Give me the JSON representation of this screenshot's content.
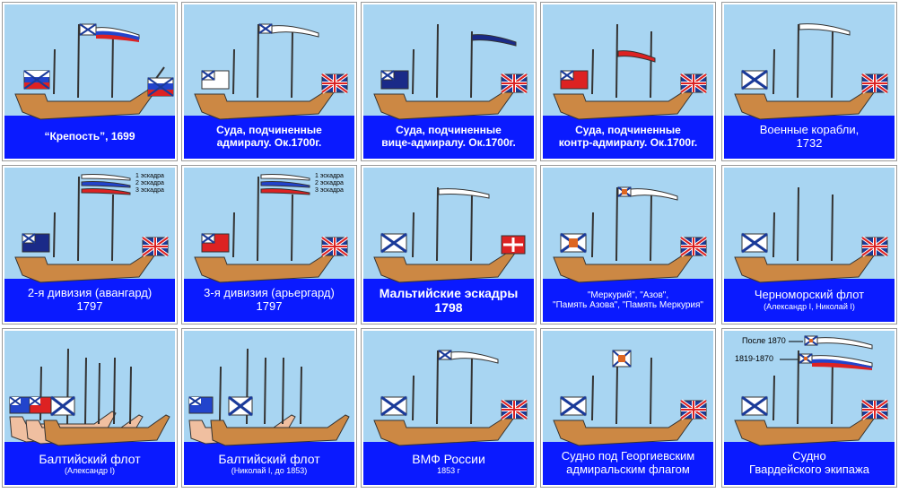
{
  "tiles": [
    {
      "l1": "“Крепость”, 1699",
      "l2": ""
    },
    {
      "l1": "Суда, подчиненные",
      "l2": "адмиралу. Ок.1700г."
    },
    {
      "l1": "Суда, подчиненные",
      "l2": "вице-адмиралу.  Ок.1700г."
    },
    {
      "l1": "Суда, подчиненные",
      "l2": "контр-адмиралу.  Ок.1700г."
    },
    {
      "l1": "Военные  корабли,",
      "l2": "1732"
    },
    {
      "l1": "2-я дивизия (авангард)",
      "l2": "1797"
    },
    {
      "l1": "3-я дивизия (арьергард)",
      "l2": "1797"
    },
    {
      "l1": "Мальтийские эскадры",
      "l2": "1798"
    },
    {
      "l1": "\"Меркурий\", \"Азов\",",
      "l2": "\"Память Азова\", \"Память Меркурия\""
    },
    {
      "l1": "Черноморский флот",
      "l2": "(Александр I, Николай I)"
    },
    {
      "l1": "Балтийский флот",
      "l2": "(Александр I)"
    },
    {
      "l1": "Балтийский флот",
      "l2": "(Николай I, до 1853)"
    },
    {
      "l1": "ВМФ России",
      "l2": "1853 г"
    },
    {
      "l1": "Судно под Георгиевским",
      "l2": "адмиральским флагом"
    },
    {
      "l1": "Судно",
      "l2": "Гвардейского экипажа"
    }
  ],
  "squadrons": {
    "s1": "1 эскадра",
    "s2": "2 эскадра",
    "s3": "3 эскадра"
  },
  "guard_labels": {
    "after": "После 1870",
    "between": "1819-1870"
  },
  "colors": {
    "sky": "#a8d5f2",
    "sea": "#0a1aff",
    "hull": "#cc8844",
    "old_hull": "#f0bfa0"
  }
}
